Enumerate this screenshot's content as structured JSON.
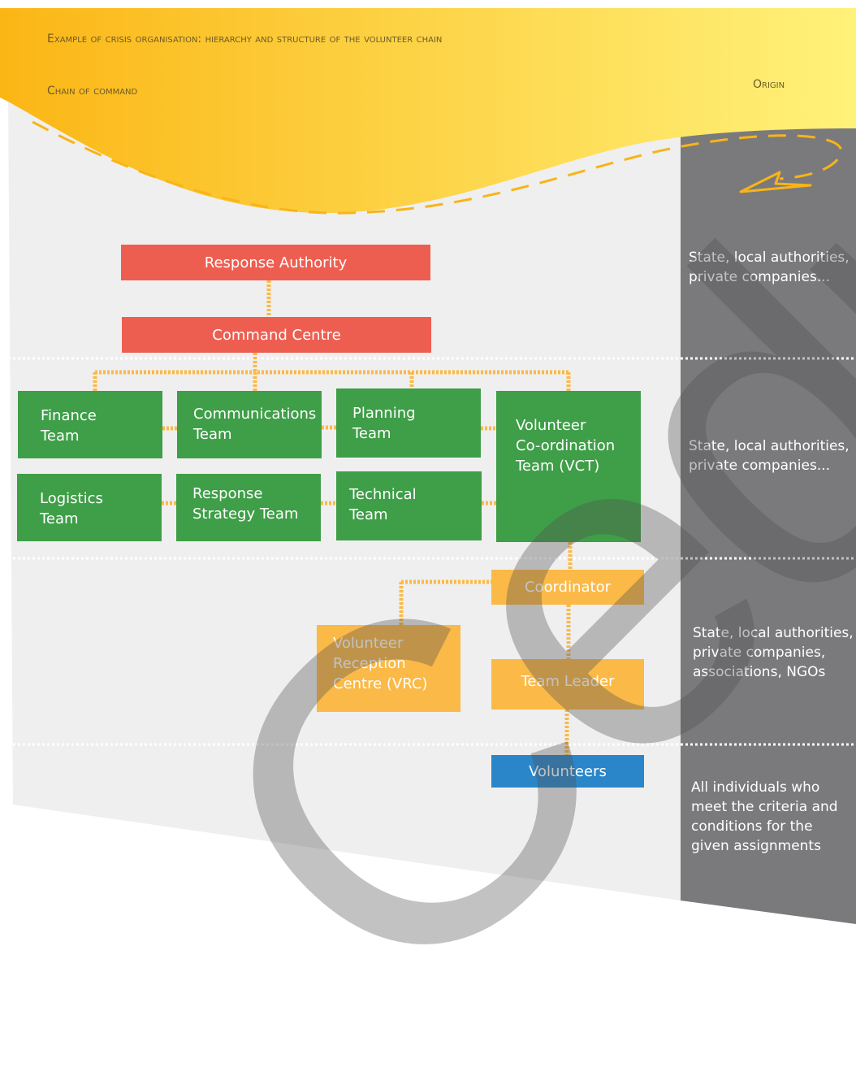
{
  "header": {
    "title": "Example of crisis organisation: hierarchy and structure of the volunteer chain",
    "chain_label": "Chain of command",
    "origin_label": "Origin"
  },
  "nodes": {
    "response_authority": "Response Authority",
    "command_centre": "Command Centre",
    "finance": "Finance\nTeam",
    "communications": "Communications\nTeam",
    "planning": "Planning\nTeam",
    "vct": "Volunteer\nCo-ordination\nTeam (VCT)",
    "logistics": "Logistics\nTeam",
    "response_strategy": "Response\nStrategy Team",
    "technical": "Technical\nTeam",
    "coordinator": "Coordinator",
    "vrc": "Volunteer\nReception\nCentre (VRC)",
    "team_leader": "Team Leader",
    "volunteers": "Volunteers"
  },
  "origins": {
    "level1": "State, local authorities,\nprivate companies...",
    "level2": "State, local authorities,\nprivate companies...",
    "level3": "State, local authorities,\nprivate companies,\nassociations, NGOs",
    "level4": "All individuals who\nmeet the criteria and\nconditions for the\ngiven assignments"
  },
  "watermark": "Cedre",
  "colors": {
    "command": "#ee5e50",
    "teams": "#3f9e48",
    "field": "#fbb947",
    "volunteers": "#2a86c8",
    "origin_panel": "#7a7a7d",
    "banner": "#fdc53a"
  }
}
